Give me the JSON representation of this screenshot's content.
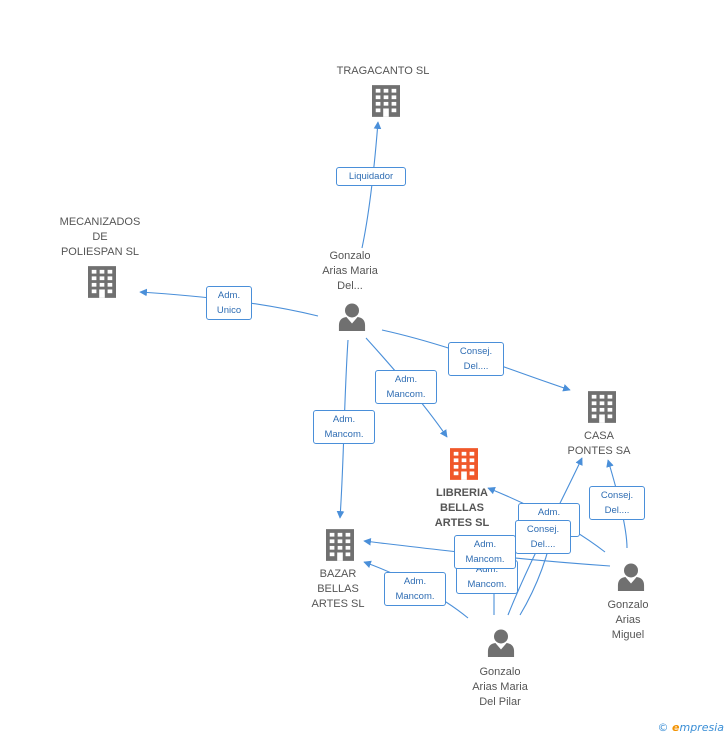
{
  "nodes": {
    "tragacanto": {
      "label": "TRAGACANTO SL",
      "type": "company"
    },
    "mecanizados": {
      "label": "MECANIZADOS\nDE\nPOLIESPAN  SL",
      "type": "company"
    },
    "casa_pontes": {
      "label": "CASA\nPONTES SA",
      "type": "company"
    },
    "libreria": {
      "label": "LIBRERIA\nBELLAS\nARTES SL",
      "type": "company-main"
    },
    "bazar": {
      "label": "BAZAR\nBELLAS\nARTES SL",
      "type": "company"
    },
    "gonzalo_maria_del": {
      "label": "Gonzalo\nArias Maria\nDel...",
      "type": "person"
    },
    "gonzalo_miguel": {
      "label": "Gonzalo\nArias\nMiguel",
      "type": "person"
    },
    "gonzalo_del_pilar": {
      "label": "Gonzalo\nArias Maria\nDel Pilar",
      "type": "person"
    }
  },
  "edges": [
    {
      "id": "e1",
      "label": "Liquidador"
    },
    {
      "id": "e2",
      "label": "Adm.\nUnico"
    },
    {
      "id": "e3",
      "label": "Consej.\nDel...."
    },
    {
      "id": "e4",
      "label": "Adm.\nMancom."
    },
    {
      "id": "e5",
      "label": "Adm.\nMancom."
    },
    {
      "id": "e6",
      "label": "Consej.\nDel...."
    },
    {
      "id": "e7",
      "label": "Adm.\nMancom."
    },
    {
      "id": "e8",
      "label": "Consej.\nDel...."
    },
    {
      "id": "e9",
      "label": "Adm.\nMancom."
    },
    {
      "id": "e10",
      "label": "Adm.\nMancom."
    },
    {
      "id": "e11",
      "label": "Adm.\nMancom."
    }
  ],
  "brand": {
    "copyright": "©",
    "e": "e",
    "rest": "mpresia"
  },
  "colors": {
    "edge": "#4a8fd9",
    "building": "#707070",
    "building_main": "#f0582a",
    "person": "#707070"
  },
  "icons": {
    "company": "building-icon",
    "person": "person-icon"
  }
}
